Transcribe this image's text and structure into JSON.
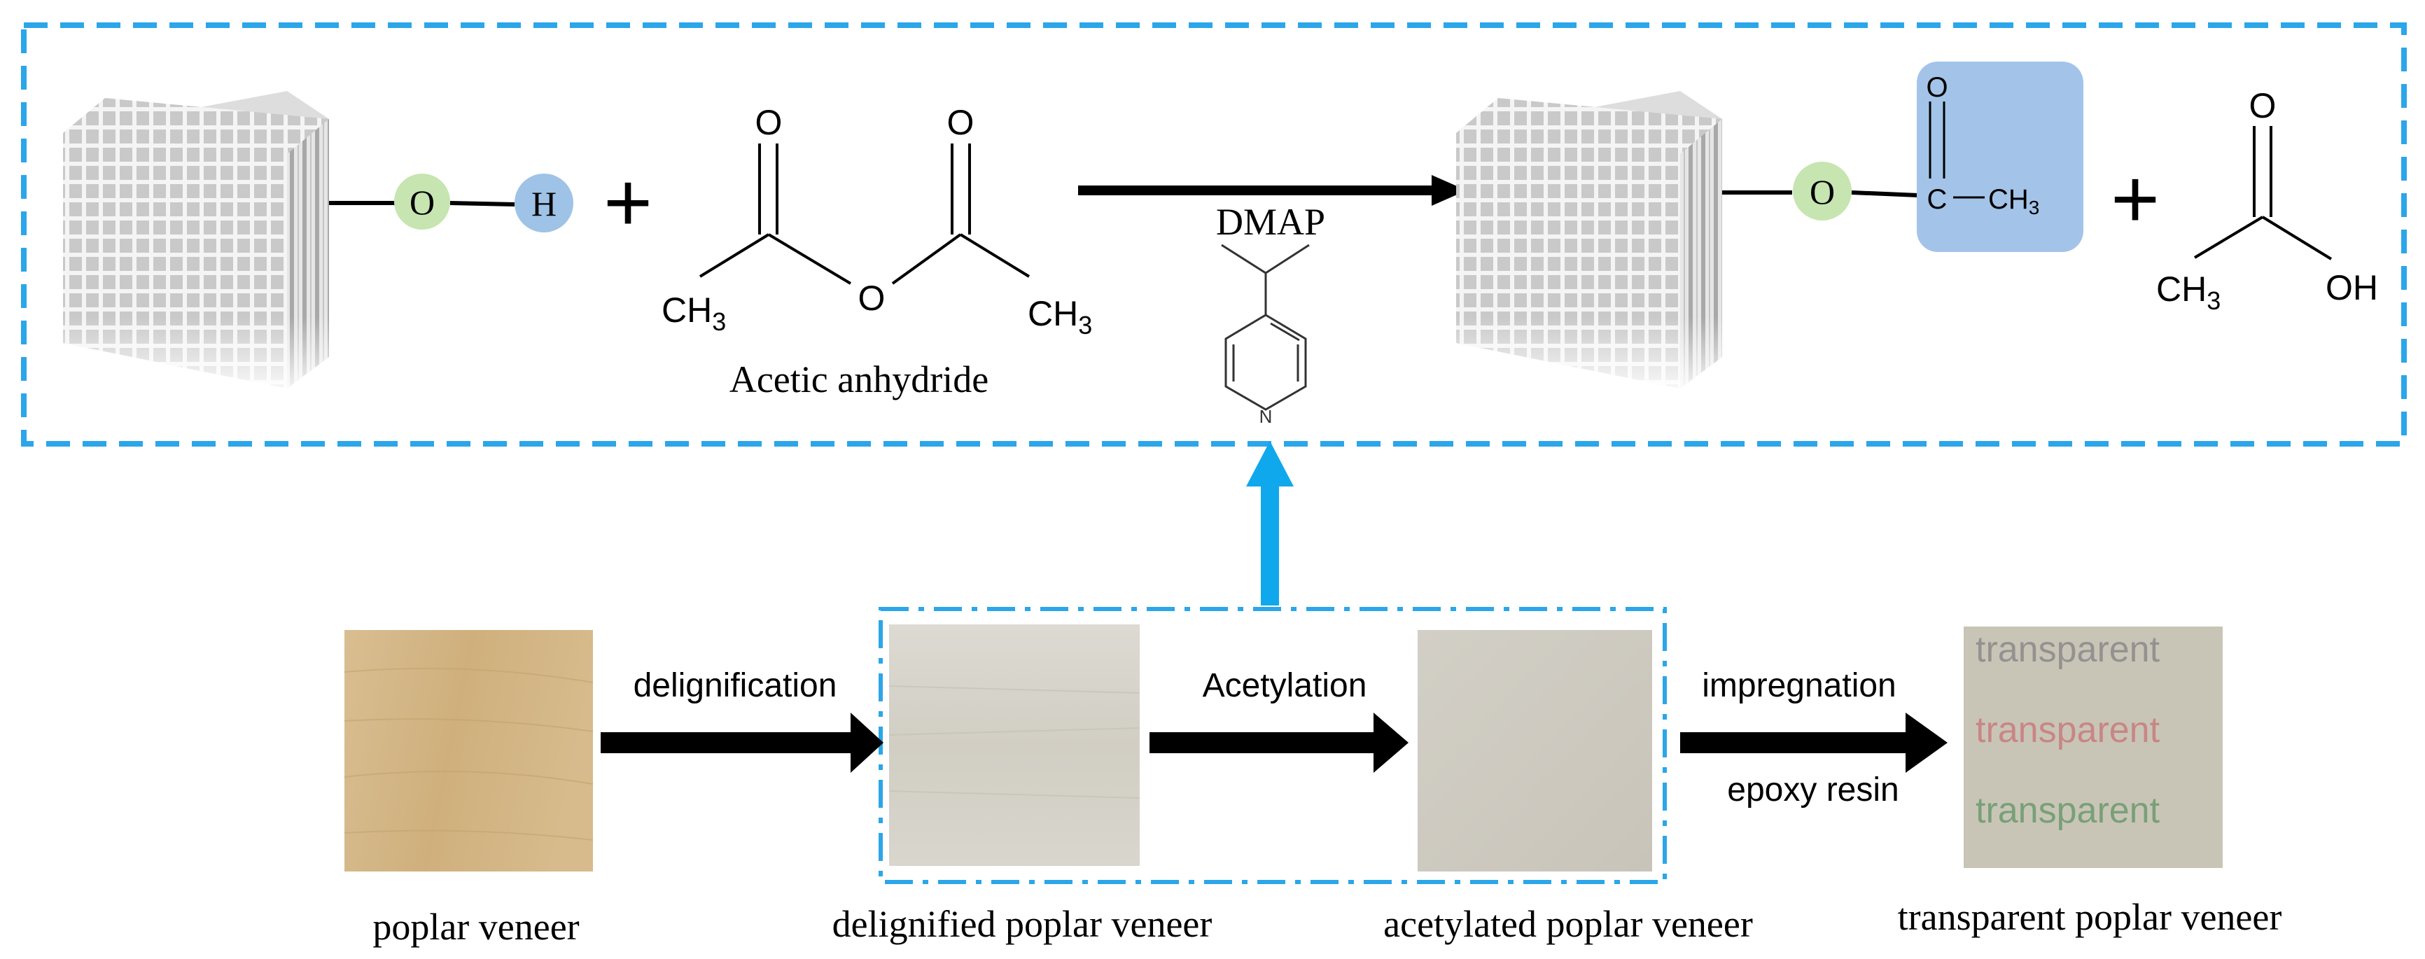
{
  "reaction": {
    "atom_o": "O",
    "atom_h": "H",
    "plus": "+",
    "reagent_label": "Acetic anhydride",
    "anhydride": {
      "ch3_left": "CH",
      "ch3_right": "CH",
      "sub": "3",
      "o_top_left": "O",
      "o_top_right": "O",
      "o_bridge": "O"
    },
    "catalyst": {
      "name": "DMAP",
      "ring_n": "N"
    },
    "product": {
      "atom_o": "O",
      "carbonyl_o": "O",
      "c": "C",
      "ch3": "CH",
      "sub": "3"
    },
    "acetic_acid": {
      "o_top": "O",
      "ch3": "CH",
      "sub": "3",
      "oh": "OH"
    }
  },
  "process": {
    "steps": [
      {
        "label": "poplar veneer",
        "fill": "#d3b687"
      },
      {
        "label": "delignified poplar veneer",
        "fill": "#d6d4cb"
      },
      {
        "label": "acetylated poplar veneer",
        "fill": "#cfcbc2"
      },
      {
        "label": "transparent poplar veneer",
        "fill": "#c9c6b8"
      }
    ],
    "arrows": [
      {
        "top": "delignification",
        "bottom": ""
      },
      {
        "top": "Acetylation",
        "bottom": ""
      },
      {
        "top": "impregnation",
        "bottom": "epoxy resin"
      }
    ],
    "transparent_text": [
      "transparent",
      "transparent",
      "transparent"
    ]
  },
  "colors": {
    "frame_blue": "#2ba6e9",
    "atom_green": "#c6e5b1",
    "atom_blue": "#9ec3e6",
    "acetyl_box": "#a3c4e8",
    "arrow_blue": "#10a8ec",
    "text_red": "#c98080",
    "text_gray": "#8a8a8a",
    "text_green": "#6c9a6c"
  }
}
